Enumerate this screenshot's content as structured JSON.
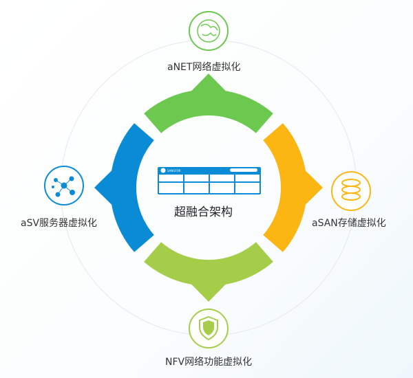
{
  "title": "超融合架构",
  "logo_text": "SANGFOR",
  "modules": [
    {
      "label": "aNET网络虚拟化",
      "color": "#6cc84e",
      "icon": "globe-icon"
    },
    {
      "label": "aSAN存储虚拟化",
      "color": "#fbb614",
      "icon": "storage-disks-icon"
    },
    {
      "label": "NFV网络功能虚拟化",
      "color": "#a6cd4a",
      "icon": "shield-icon"
    },
    {
      "label": "aSV服务器虚拟化",
      "color": "#0a8bd6",
      "icon": "server-network-icon"
    }
  ]
}
